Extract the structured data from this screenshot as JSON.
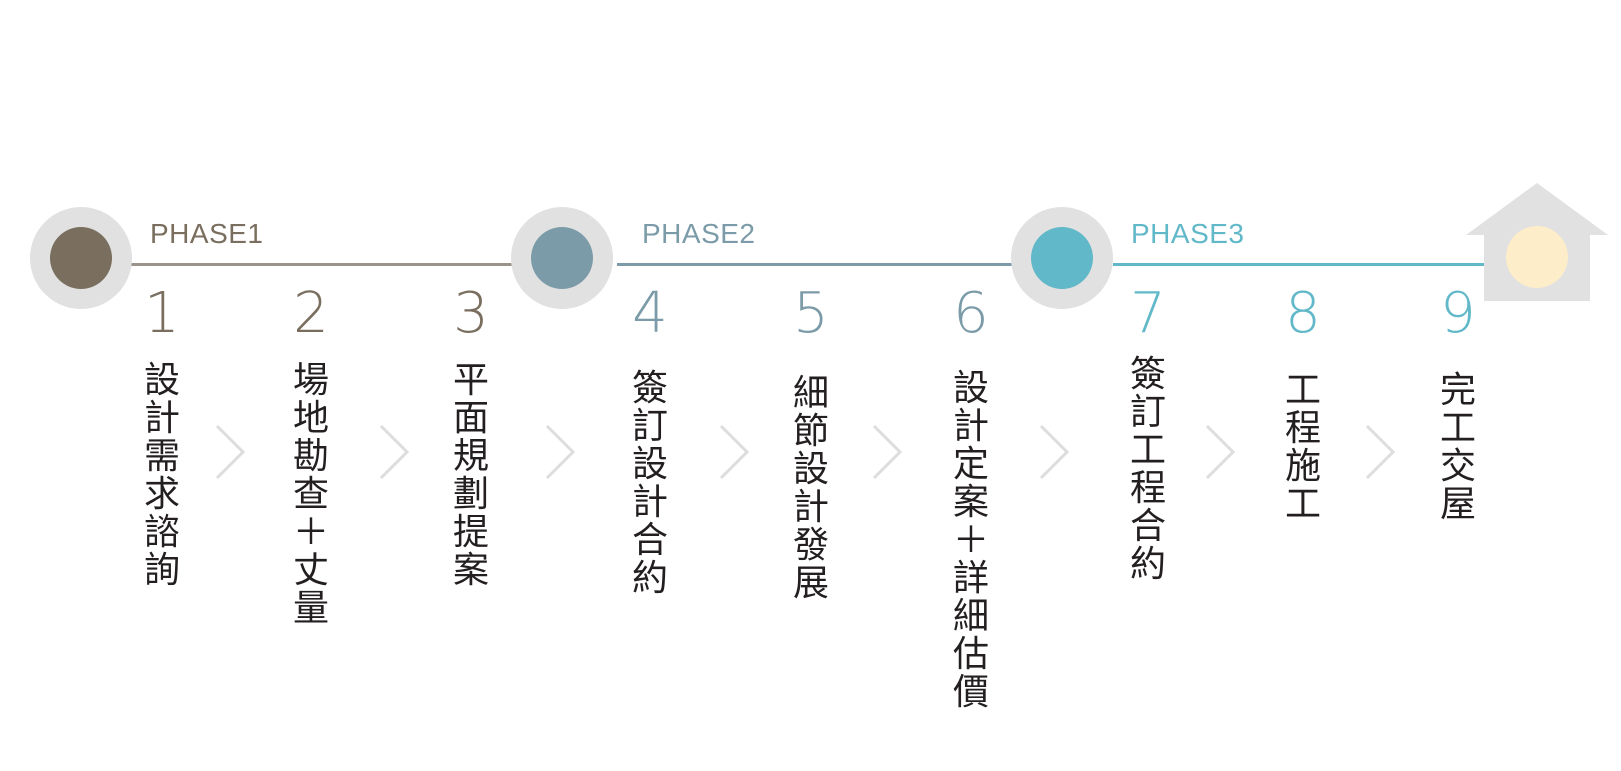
{
  "colors": {
    "phase1": "#7a6e5f",
    "phase2": "#7c9ba8",
    "phase3": "#61b8c8",
    "home_dot": "#fdedc9",
    "ring": "#e1e1e1",
    "chevron": "#dddddd",
    "text": "#231f20"
  },
  "phases": [
    {
      "label": "PHASE1"
    },
    {
      "label": "PHASE2"
    },
    {
      "label": "PHASE3"
    }
  ],
  "steps": [
    {
      "number": "1",
      "label": "設計需求諮詢"
    },
    {
      "number": "2",
      "label": "場地勘查＋丈量"
    },
    {
      "number": "3",
      "label": "平面規劃提案"
    },
    {
      "number": "4",
      "label": "簽訂設計合約"
    },
    {
      "number": "5",
      "label": "細節設計發展"
    },
    {
      "number": "6",
      "label": "設計定案＋詳細估價"
    },
    {
      "number": "7",
      "label": "簽訂工程合約"
    },
    {
      "number": "8",
      "label": "工程施工"
    },
    {
      "number": "9",
      "label": "完工交屋"
    }
  ],
  "icons": {
    "chevron": "chevron-right-icon",
    "home": "house-icon"
  }
}
